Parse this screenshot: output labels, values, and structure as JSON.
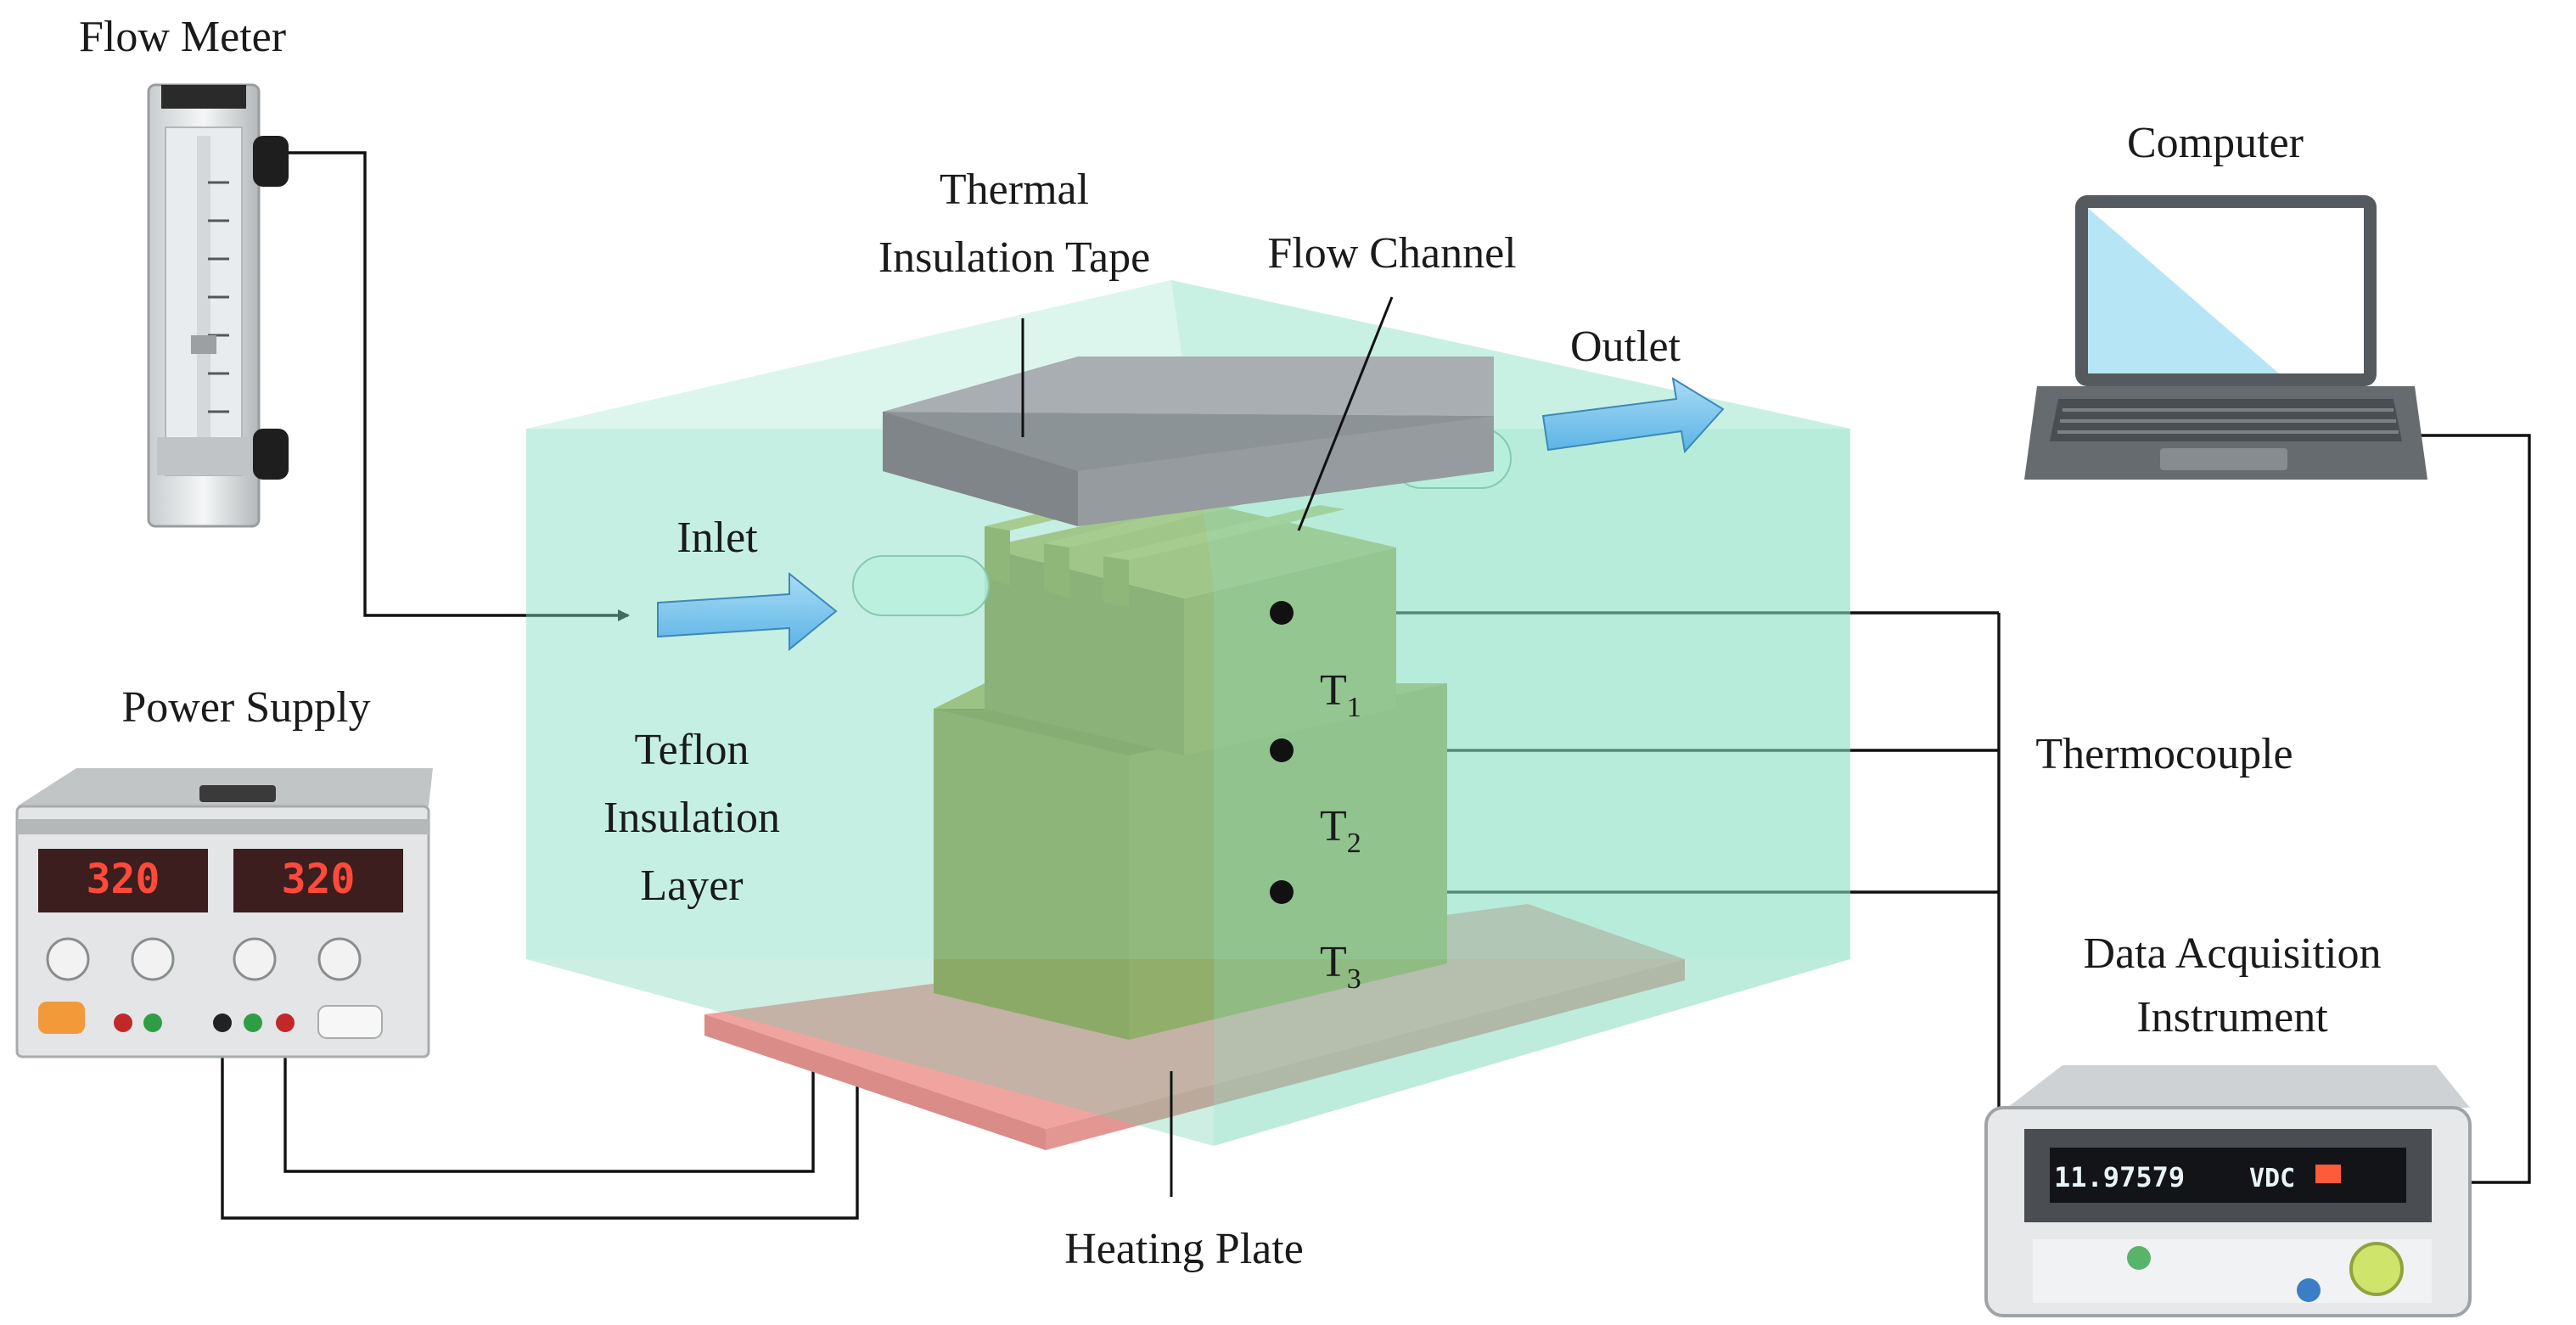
{
  "labels": {
    "flow_meter": "Flow Meter",
    "thermal_tape_line1": "Thermal",
    "thermal_tape_line2": "Insulation Tape",
    "flow_channel": "Flow Channel",
    "outlet": "Outlet",
    "inlet": "Inlet",
    "computer": "Computer",
    "power_supply": "Power Supply",
    "teflon_line1": "Teflon",
    "teflon_line2": "Insulation",
    "teflon_line3": "Layer",
    "thermocouple": "Thermocouple",
    "t1_letter": "T",
    "t1_sub": "1",
    "t2_letter": "T",
    "t2_sub": "2",
    "t3_letter": "T",
    "t3_sub": "3",
    "daq_line1": "Data Acquisition",
    "daq_line2": "Instrument",
    "heating_plate": "Heating Plate"
  },
  "displays": {
    "psu_left": "320",
    "psu_right": "320",
    "daq_reading": "11.97579",
    "daq_unit": "VDC"
  },
  "colors": {
    "teflon_box": "#7fdcbf",
    "heat_sink": "#8e8a3b",
    "tape": "#9aa2a6",
    "heating_plate": "#f0a4a0",
    "flow_arrow": "#7cc8ee",
    "wire": "#111111"
  }
}
